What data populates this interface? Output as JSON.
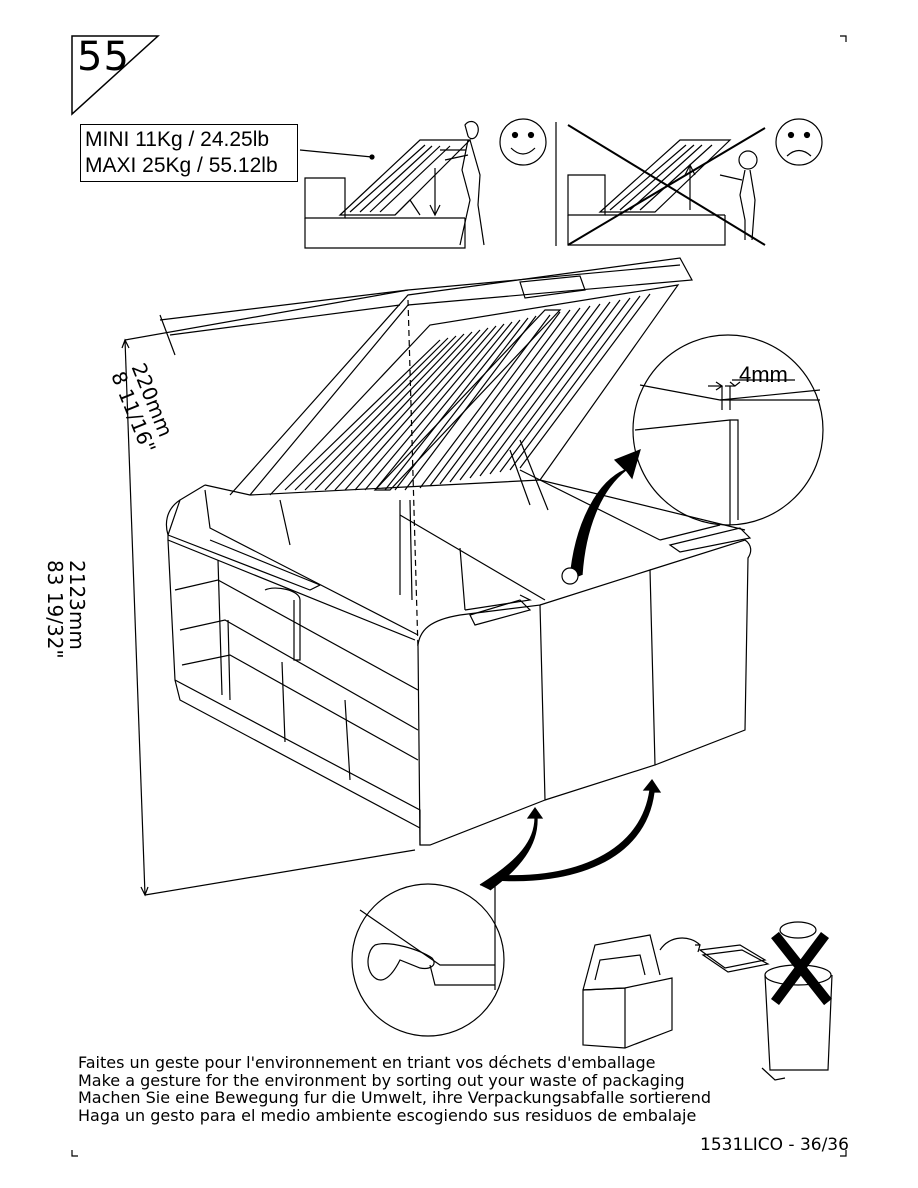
{
  "step": {
    "number": "55"
  },
  "weights": {
    "mini": "MINI  11Kg / 24.25lb",
    "maxi": "MAXI 25Kg / 55.12lb"
  },
  "icons": {
    "good": "smiley-face-icon",
    "bad": "sad-face-icon",
    "bin": "trash-bin-icon",
    "box": "recycle-box-icon"
  },
  "dimensions": {
    "height_mm": "2123mm",
    "height_in": "83 19/32\"",
    "depth_mm": "220mm",
    "depth_in": "8 11/16\"",
    "gap": "4mm"
  },
  "eco_message": [
    "Faites un geste pour l'environnement en triant vos déchets d'emballage",
    "Make a gesture for the environment by sorting out your waste of packaging",
    "Machen Sie eine Bewegung fur die Umwelt, ihre Verpackungsabfalle sortierend",
    "Haga un gesto para el medio ambiente escogiendo sus residuos de embalaje"
  ],
  "footer": {
    "page_ref": "1531LICO - 36/36"
  }
}
